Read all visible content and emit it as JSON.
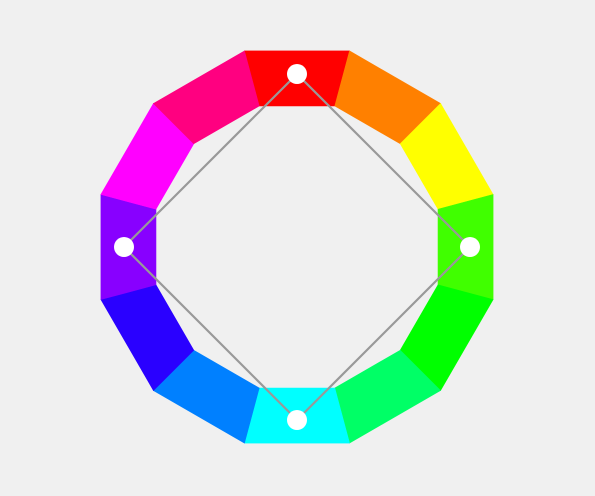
{
  "color_wheel": {
    "segment_colors": [
      "#ff0000",
      "#ff8000",
      "#ffff00",
      "#40ff00",
      "#00ff00",
      "#00ff66",
      "#00ffff",
      "#0080ff",
      "#2a00ff",
      "#8800ff",
      "#ff00ff",
      "#ff0080"
    ],
    "scheme": "tetradic-square",
    "selected_hues_deg": [
      0,
      90,
      180,
      270
    ],
    "handle_color": "#ffffff",
    "connector_color": "#999999",
    "background": "#f0f0f0"
  }
}
